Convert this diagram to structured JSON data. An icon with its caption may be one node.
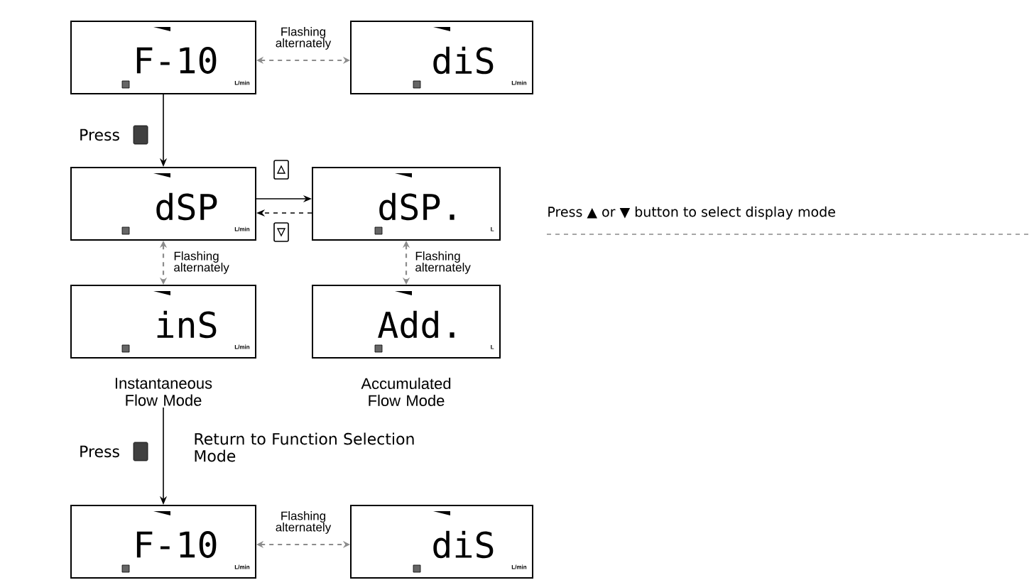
{
  "diagram": {
    "nodes": [
      {
        "text": [
          "F-10",
          "L/min"
        ]
      },
      {
        "text": [
          "diS",
          "L/min"
        ]
      },
      {
        "text": [
          "dSP",
          "L/min"
        ]
      },
      {
        "text": [
          "dSP.",
          "L"
        ]
      },
      {
        "text": [
          "inS",
          "L/min"
        ],
        "beside": [
          "Instantaneous Flow Mode"
        ]
      },
      {
        "text": [
          "Add.",
          "L"
        ],
        "beside": [
          "Accumulated Flow Mode"
        ]
      },
      {
        "text": [
          "F-10",
          "L/min"
        ]
      },
      {
        "text": [
          "diS",
          "L/min"
        ]
      }
    ],
    "edges": [
      {
        "from": 0,
        "to": 1,
        "arrow": "both",
        "style": "dashed",
        "color": "#8c8c8c",
        "label": "Flashing alternately"
      },
      {
        "from": 0,
        "to": 2,
        "arrow": "to",
        "color": "#000000",
        "label": "Press"
      },
      {
        "from": 2,
        "to": 3,
        "arrow": "to",
        "color": "#000000"
      },
      {
        "from": 3,
        "to": 2,
        "arrow": "to",
        "style": "dashed",
        "color": "#000000"
      },
      {
        "from": 2,
        "to": 4,
        "arrow": "both",
        "style": "dashed",
        "color": "#8c8c8c",
        "label": "Flashing alternately"
      },
      {
        "from": 3,
        "to": 5,
        "arrow": "both",
        "style": "dashed",
        "color": "#8c8c8c",
        "label": "Flashing alternately"
      },
      {
        "from": 4,
        "to": 6,
        "arrow": "to",
        "color": "#000000",
        "label": "Press"
      },
      {
        "from": 6,
        "to": 7,
        "arrow": "both",
        "style": "dashed",
        "color": "#8c8c8c",
        "label": "Flashing alternately"
      }
    ],
    "labels": [
      "Return to Function Selection Mode",
      "Press ▲ or ▼ button to select display mode"
    ]
  }
}
